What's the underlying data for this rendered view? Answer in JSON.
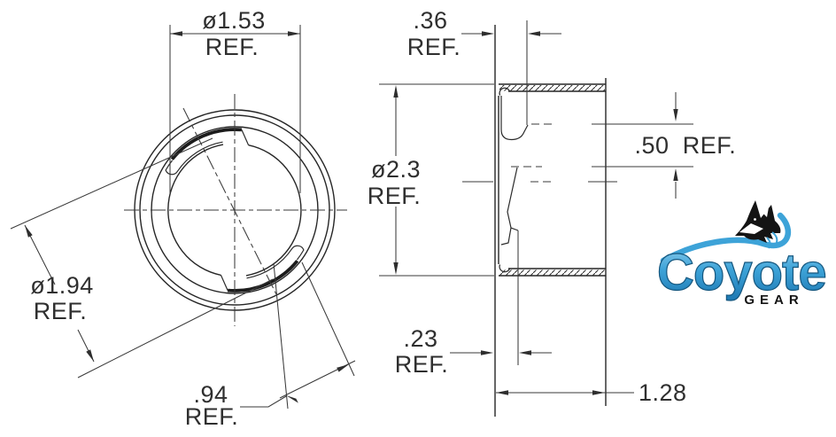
{
  "page": {
    "background": "#ffffff",
    "line_color": "#262626",
    "dim_text_color": "#2f2f2f"
  },
  "front_view": {
    "dim_inner_diameter": {
      "value": "ø1.53",
      "ref": "REF."
    },
    "dim_mid_diameter": {
      "value": "ø1.94",
      "ref": "REF."
    },
    "dim_slot_span": {
      "value": ".94",
      "ref": "REF."
    }
  },
  "side_view": {
    "dim_slot_depth": {
      "value": ".36",
      "ref": "REF."
    },
    "dim_outer_diameter": {
      "value": "ø2.3",
      "ref": "REF."
    },
    "dim_slot_spacing": {
      "value": ".50",
      "ref": "REF."
    },
    "dim_wall_offset": {
      "value": ".23",
      "ref": "REF."
    },
    "dim_overall_length": {
      "value": "1.28"
    }
  },
  "logo": {
    "brand": "Coyote",
    "sub_brand": "GEAR",
    "blue_mid": "#2f9ad2",
    "blue_light": "#8fcdec",
    "blue_dark": "#1c76b0",
    "outline": "#14567e"
  }
}
